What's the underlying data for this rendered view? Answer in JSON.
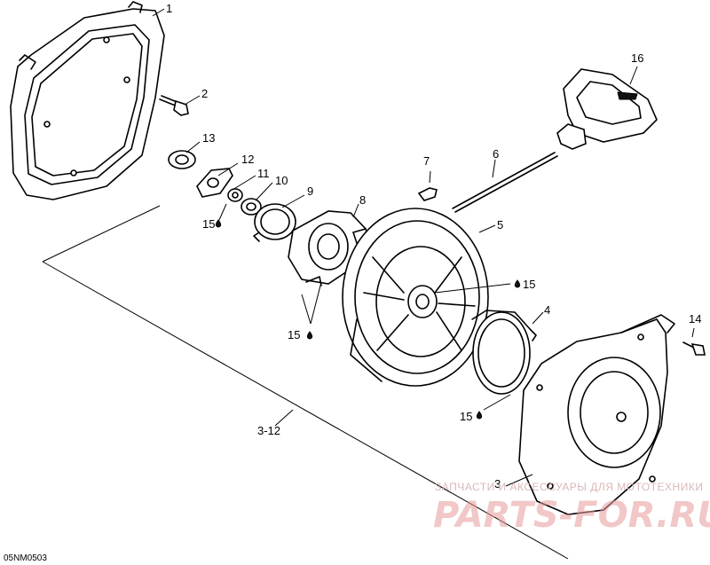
{
  "labels": {
    "p1": "1",
    "p2": "2",
    "p3": "3",
    "p3_12": "3-12",
    "p4": "4",
    "p5": "5",
    "p6": "6",
    "p7": "7",
    "p8": "8",
    "p9": "9",
    "p10": "10",
    "p11": "11",
    "p12": "12",
    "p13": "13",
    "p14": "14",
    "p16": "16",
    "lub15": "15"
  },
  "drawing_code": "05NM0503",
  "watermark": {
    "subtitle": "ЗАПЧАСТИ И АКСЕССУАРЫ ДЛЯ МОТОТЕХНИКИ",
    "brand": "PARTS-FOR.RU"
  }
}
